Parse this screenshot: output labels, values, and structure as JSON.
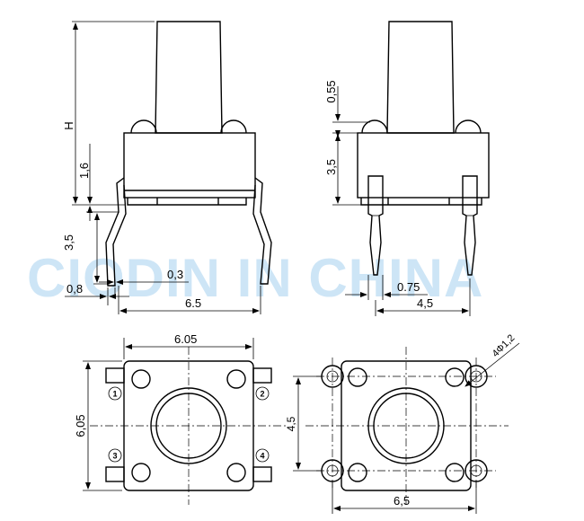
{
  "watermark": "CIODIN IN CHINA",
  "side_view": {
    "height_label": "H",
    "dim_1_6": "1,6",
    "dim_3_5": "3,5",
    "dim_0_3": "0,3",
    "dim_0_8": "0,8",
    "dim_6_5": "6.5"
  },
  "front_view": {
    "dim_0_55": "0,55",
    "dim_3_5": "3,5",
    "dim_0_75": "0.75",
    "dim_4_5": "4,5"
  },
  "top_view": {
    "dim_width": "6.05",
    "dim_height": "6,05",
    "pins": [
      "1",
      "2",
      "3",
      "4"
    ]
  },
  "footprint_view": {
    "hole_note": "4Φ1,2",
    "dim_4_5": "4,5",
    "dim_6_5": "6,5"
  }
}
